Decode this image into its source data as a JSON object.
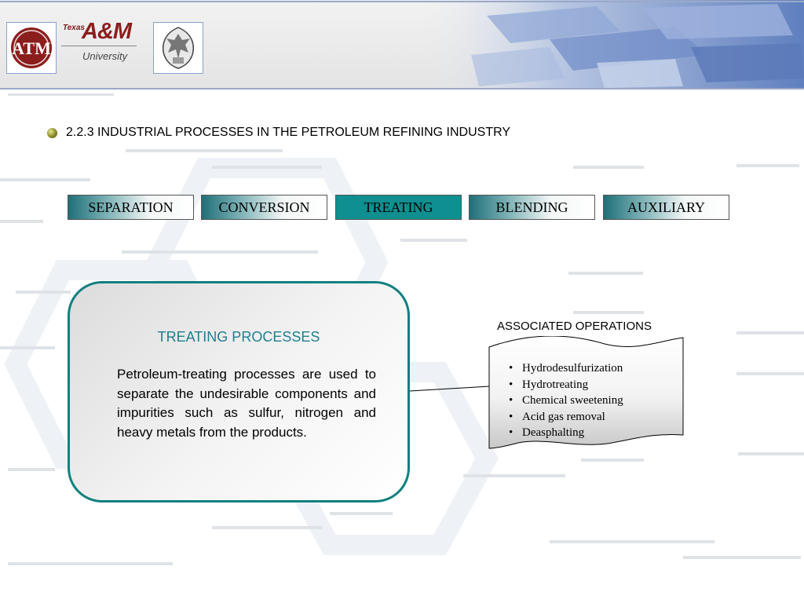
{
  "header": {
    "logo_texas": "Texas",
    "logo_am": "A&M",
    "logo_university": "University"
  },
  "title": {
    "text": "2.2.3  INDUSTRIAL PROCESSES IN THE PETROLEUM REFINING INDUSTRY"
  },
  "tabs": [
    {
      "label": "SEPARATION",
      "active": false
    },
    {
      "label": "CONVERSION",
      "active": false
    },
    {
      "label": "TREATING",
      "active": true
    },
    {
      "label": "BLENDING",
      "active": false
    },
    {
      "label": "AUXILIARY",
      "active": false
    }
  ],
  "card": {
    "title": "TREATING PROCESSES",
    "body": "Petroleum-treating processes are used to separate the undesirable components and impurities such as sulfur, nitrogen and heavy metals from the products."
  },
  "associated": {
    "title": "ASSOCIATED OPERATIONS",
    "items": [
      "Hydrodesulfurization",
      "Hydrotreating",
      "Chemical sweetening",
      "Acid gas removal",
      "Deasphalting"
    ]
  },
  "colors": {
    "accent_teal": "#0f8f8f",
    "card_border": "#0f8080",
    "card_title": "#1e7f8f",
    "aggie_maroon": "#8c1d1d"
  }
}
